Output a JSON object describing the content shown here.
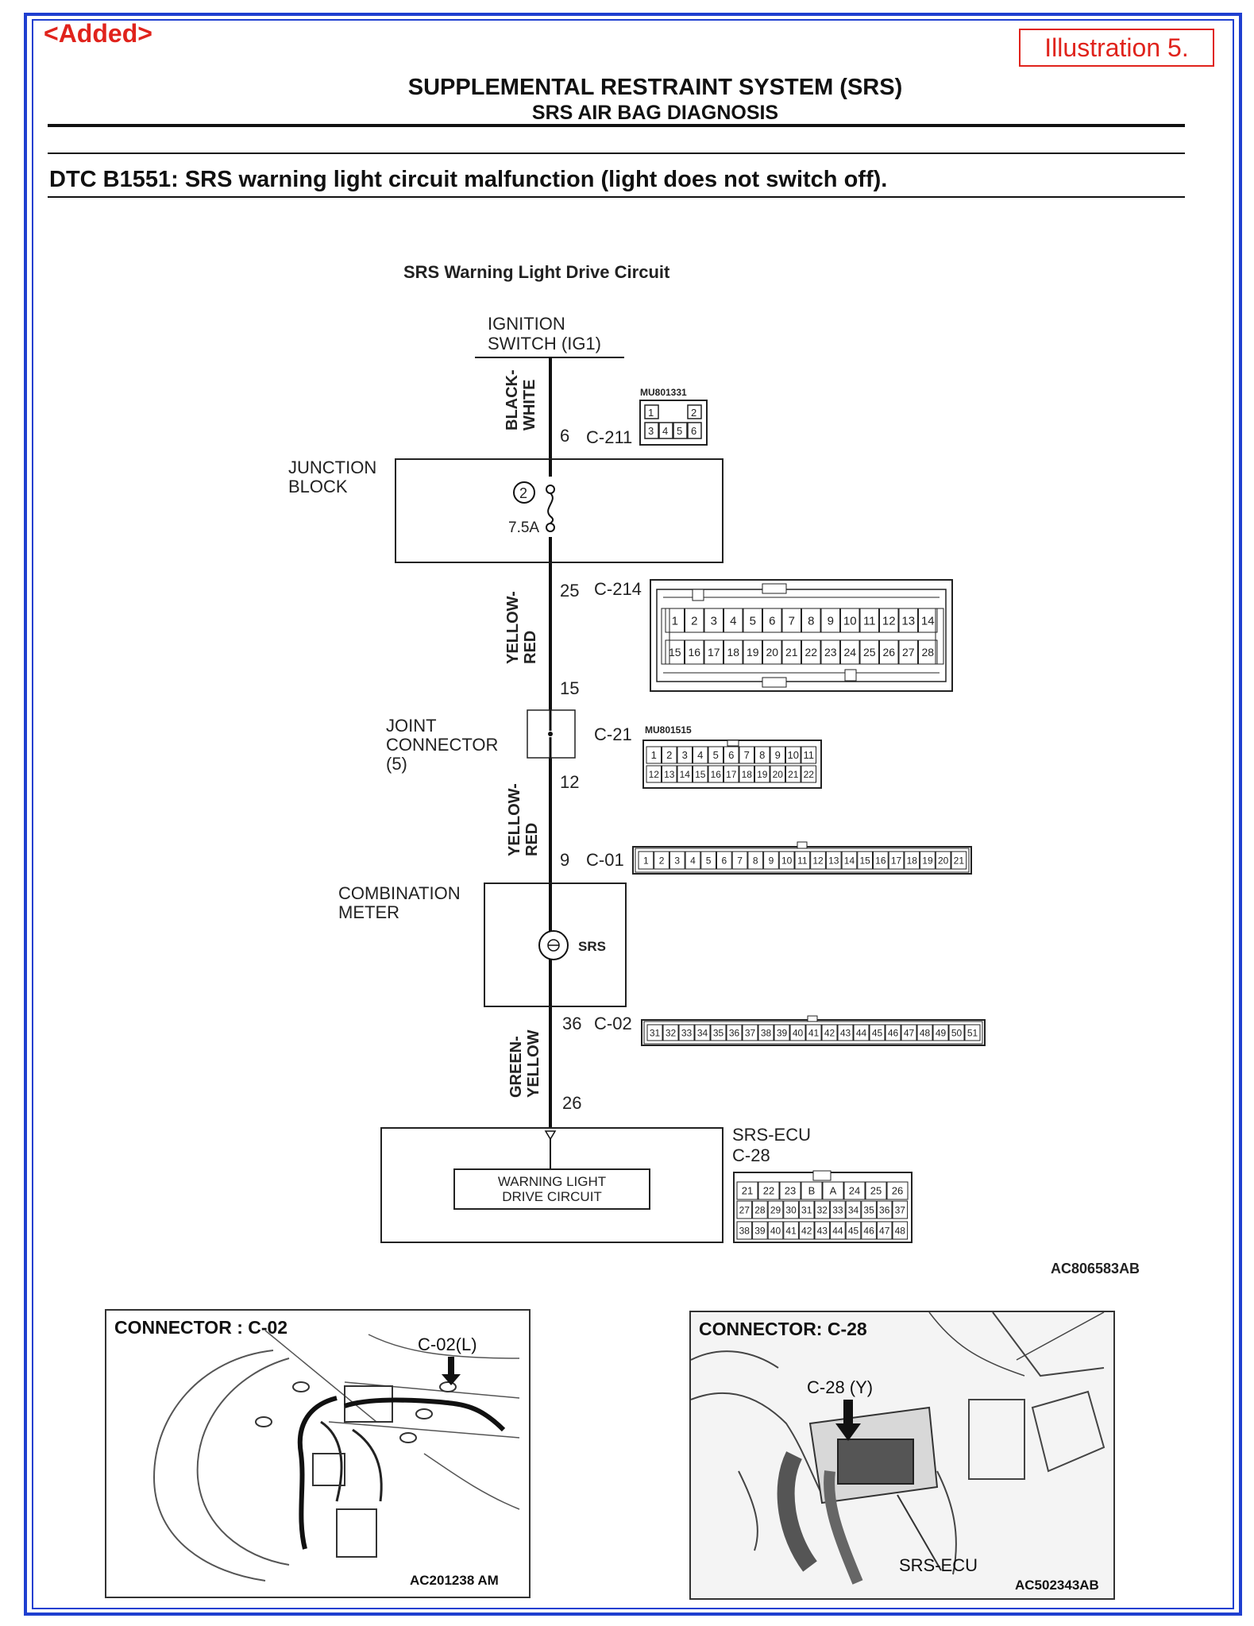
{
  "header": {
    "added_label": "<Added>",
    "illustration_label": "Illustration 5.",
    "title": "SUPPLEMENTAL RESTRAINT SYSTEM (SRS)",
    "subtitle": "SRS AIR BAG DIAGNOSIS"
  },
  "dtc": {
    "text": "DTC B1551: SRS warning light circuit malfunction (light does not switch off)."
  },
  "circuit": {
    "title": "SRS Warning Light Drive Circuit",
    "ignition": [
      "IGNITION",
      "SWITCH (IG1)"
    ],
    "wire_black_white": [
      "BLACK-",
      "WHITE"
    ],
    "pin_6": "6",
    "c211": "C-211",
    "c211_part": "MU801331",
    "c211_pins": [
      "1",
      "2",
      "3",
      "4",
      "5",
      "6"
    ],
    "junction_block": [
      "JUNCTION",
      "BLOCK"
    ],
    "fuse_number": "2",
    "fuse_rating": "7.5A",
    "pin_25": "25",
    "c214": "C-214",
    "c214_pins_top": [
      "1",
      "2",
      "3",
      "4",
      "5",
      "6",
      "7",
      "8",
      "9",
      "10",
      "11",
      "12",
      "13",
      "14"
    ],
    "c214_pins_bottom": [
      "15",
      "16",
      "17",
      "18",
      "19",
      "20",
      "21",
      "22",
      "23",
      "24",
      "25",
      "26",
      "27",
      "28"
    ],
    "wire_yellow_red": [
      "YELLOW-",
      "RED"
    ],
    "pin_15": "15",
    "joint_connector": [
      "JOINT",
      "CONNECTOR",
      "(5)"
    ],
    "c21": "C-21",
    "c21_part": "MU801515",
    "c21_pins_top": [
      "1",
      "2",
      "3",
      "4",
      "5",
      "6",
      "7",
      "8",
      "9",
      "10",
      "11"
    ],
    "c21_pins_bottom": [
      "12",
      "13",
      "14",
      "15",
      "16",
      "17",
      "18",
      "19",
      "20",
      "21",
      "22"
    ],
    "pin_12": "12",
    "pin_9": "9",
    "c01": "C-01",
    "c01_pins": [
      "1",
      "2",
      "3",
      "4",
      "5",
      "6",
      "7",
      "8",
      "9",
      "10",
      "11",
      "12",
      "13",
      "14",
      "15",
      "16",
      "17",
      "18",
      "19",
      "20",
      "21"
    ],
    "combination_meter": [
      "COMBINATION",
      "METER"
    ],
    "srs_lamp": "SRS",
    "pin_36": "36",
    "c02": "C-02",
    "c02_pins": [
      "31",
      "32",
      "33",
      "34",
      "35",
      "36",
      "37",
      "38",
      "39",
      "40",
      "41",
      "42",
      "43",
      "44",
      "45",
      "46",
      "47",
      "48",
      "49",
      "50",
      "51"
    ],
    "wire_green_yellow": [
      "GREEN-",
      "YELLOW"
    ],
    "pin_26": "26",
    "srs_ecu": [
      "SRS-ECU",
      "C-28"
    ],
    "warning_light_drive": [
      "WARNING LIGHT",
      "DRIVE CIRCUIT"
    ],
    "c28_row1": [
      "21",
      "22",
      "23",
      "B",
      "A",
      "24",
      "25",
      "26"
    ],
    "c28_row2": [
      "27",
      "28",
      "29",
      "30",
      "31",
      "32",
      "33",
      "34",
      "35",
      "36",
      "37"
    ],
    "c28_row3": [
      "38",
      "39",
      "40",
      "41",
      "42",
      "43",
      "44",
      "45",
      "46",
      "47",
      "48"
    ],
    "figure_ref": "AC806583AB"
  },
  "panels": {
    "left": {
      "title": "CONNECTOR : C-02",
      "callout": "C-02(L)",
      "ref": "AC201238 AM"
    },
    "right": {
      "title": "CONNECTOR: C-28",
      "callout": "C-28 (Y)",
      "component": "SRS-ECU",
      "ref": "AC502343AB"
    }
  },
  "colors": {
    "frame": "#1f3fd0",
    "accent_red": "#e0231c",
    "line": "#111111"
  }
}
